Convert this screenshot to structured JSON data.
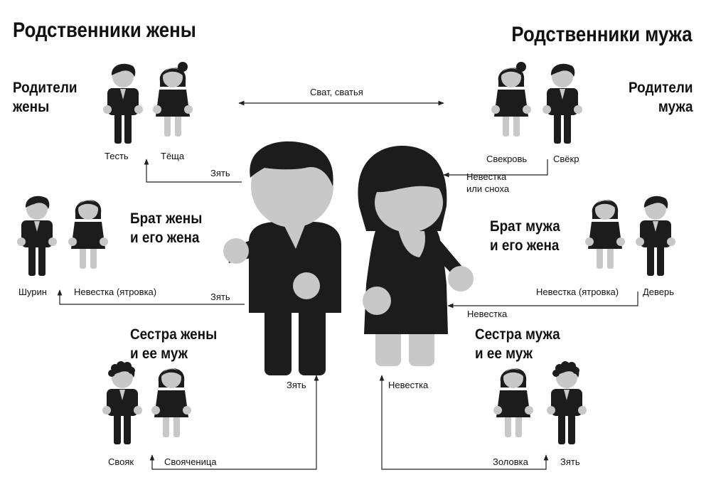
{
  "headings": {
    "wife_relatives": "Родственники жены",
    "husband_relatives": "Родственники мужа"
  },
  "groups": {
    "wife_parents": [
      "Родители",
      "жены"
    ],
    "husband_parents": [
      "Родители",
      "мужа"
    ],
    "wife_brother": [
      "Брат жены",
      "и его жена"
    ],
    "husband_brother": [
      "Брат мужа",
      "и его жена"
    ],
    "wife_sister": [
      "Сестра жены",
      "и ее муж"
    ],
    "husband_sister": [
      "Сестра мужа",
      "и ее муж"
    ]
  },
  "labels": {
    "svat": "Сват, сватья",
    "test": "Тесть",
    "tyoshcha": "Тёща",
    "zyat_1": "Зять",
    "svekrov": "Свекровь",
    "svyokr": "Свёкр",
    "nevestka_snokha_1": "Невестка",
    "nevestka_snokha_2": "или сноха",
    "shurin": "Шурин",
    "nevestka_yatrovka_left": "Невестка (ятровка)",
    "zyat_2": "Зять",
    "nevestka_yatrovka_right": "Невестка (ятровка)",
    "dever": "Деверь",
    "nevestka_1": "Невестка",
    "zyat_3": "Зять",
    "nevestka_2": "Невестка",
    "svoyak": "Свояк",
    "svoyachnitsa": "Свояченица",
    "zolovka": "Золовка",
    "zyat_4": "Зять"
  },
  "colors": {
    "dark": "#1c1c1c",
    "light": "#c8c8c8",
    "line": "#222222"
  }
}
